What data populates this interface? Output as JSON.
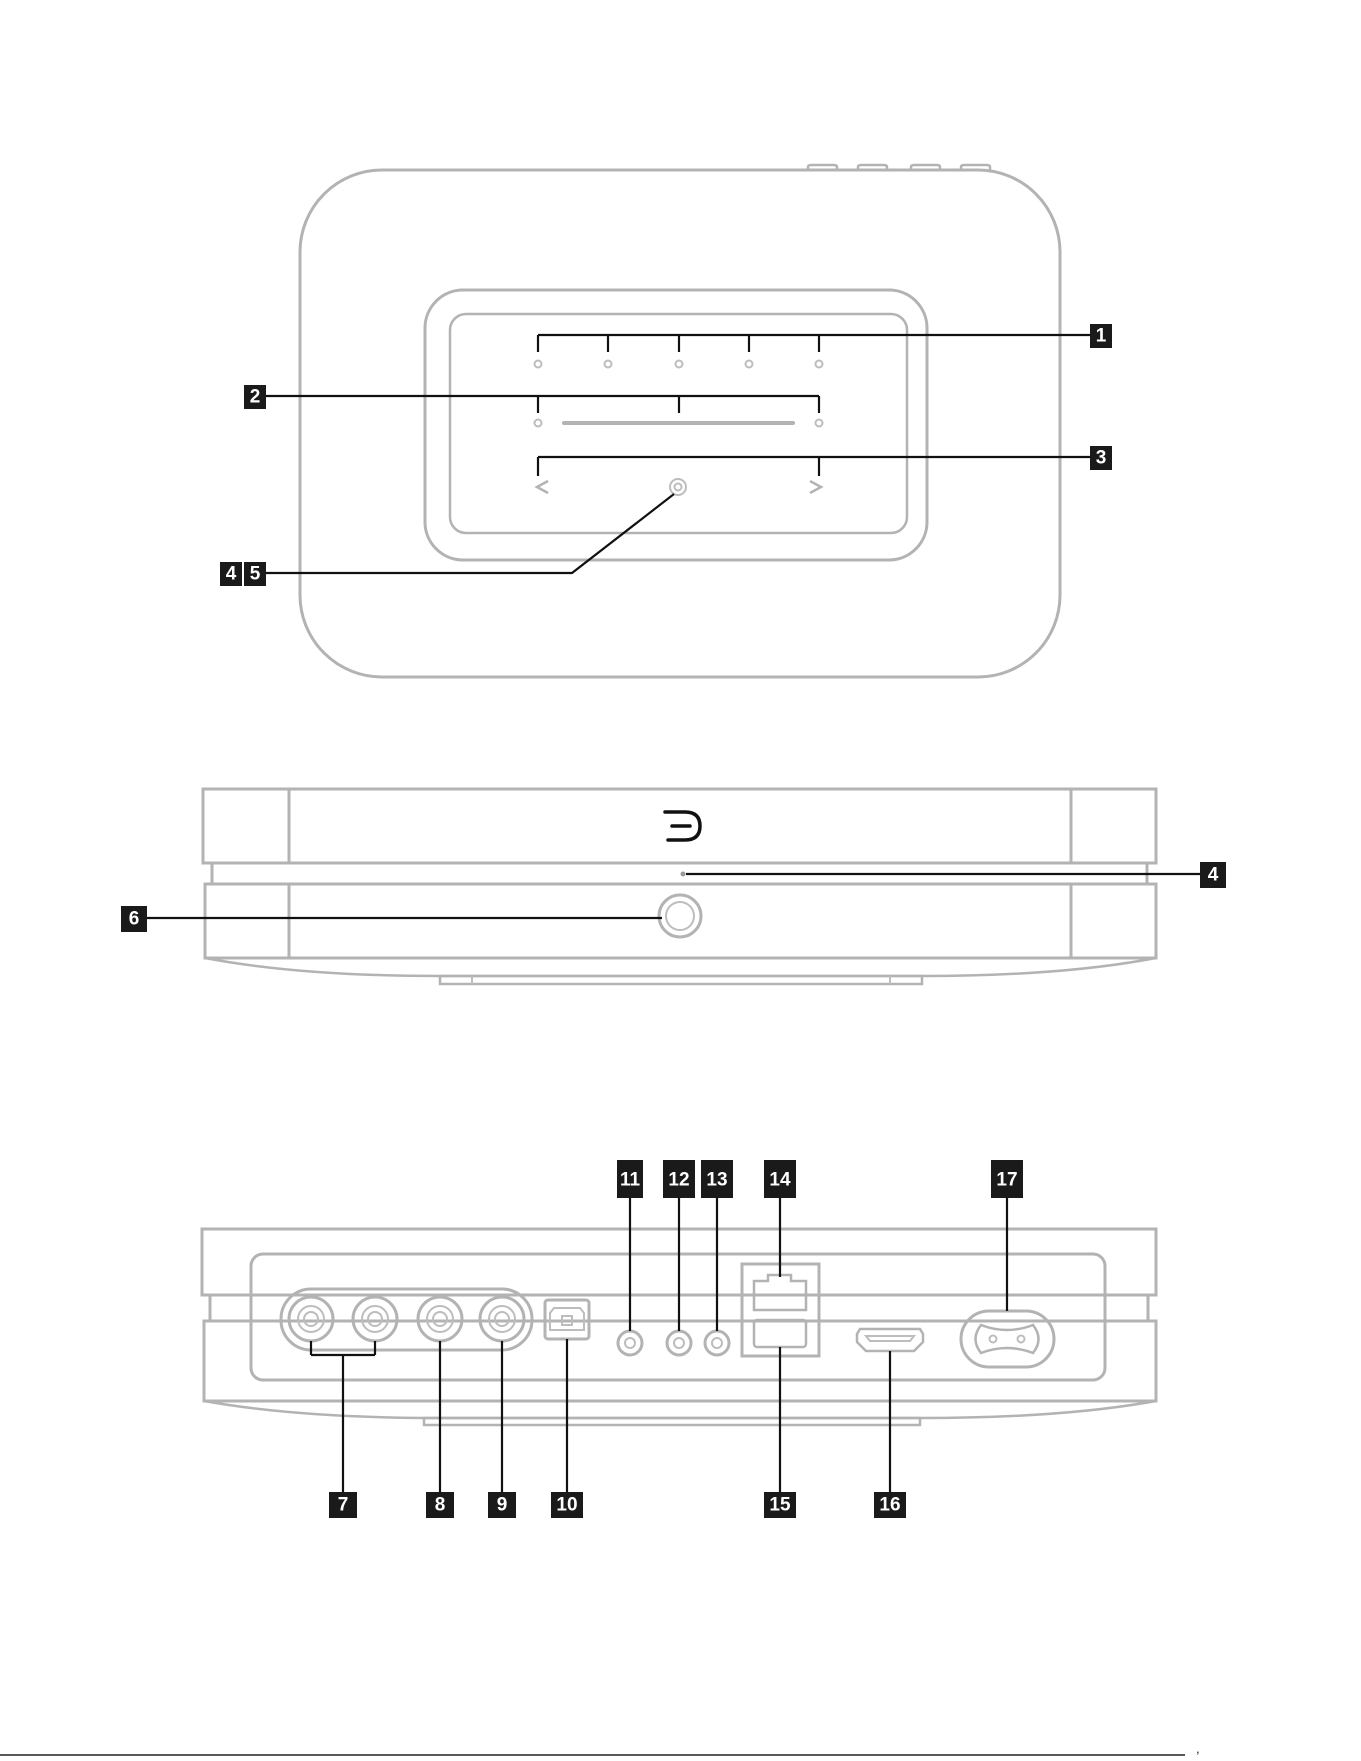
{
  "callouts": {
    "c1": "1",
    "c2": "2",
    "c3": "3",
    "c4a": "4",
    "c5": "5",
    "c4b": "4",
    "c6": "6",
    "c7": "7",
    "c8": "8",
    "c9": "9",
    "c10": "10",
    "c11": "11",
    "c12": "12",
    "c13": "13",
    "c14": "14",
    "c15": "15",
    "c16": "16",
    "c17": "17"
  },
  "logo": "bluesound-b-logo",
  "footer": {
    "page": ","
  },
  "colors": {
    "device_outline": "#b3b3b3",
    "leader_line": "#111111",
    "badge_fill": "#1a1a1a",
    "badge_text": "#ffffff"
  }
}
